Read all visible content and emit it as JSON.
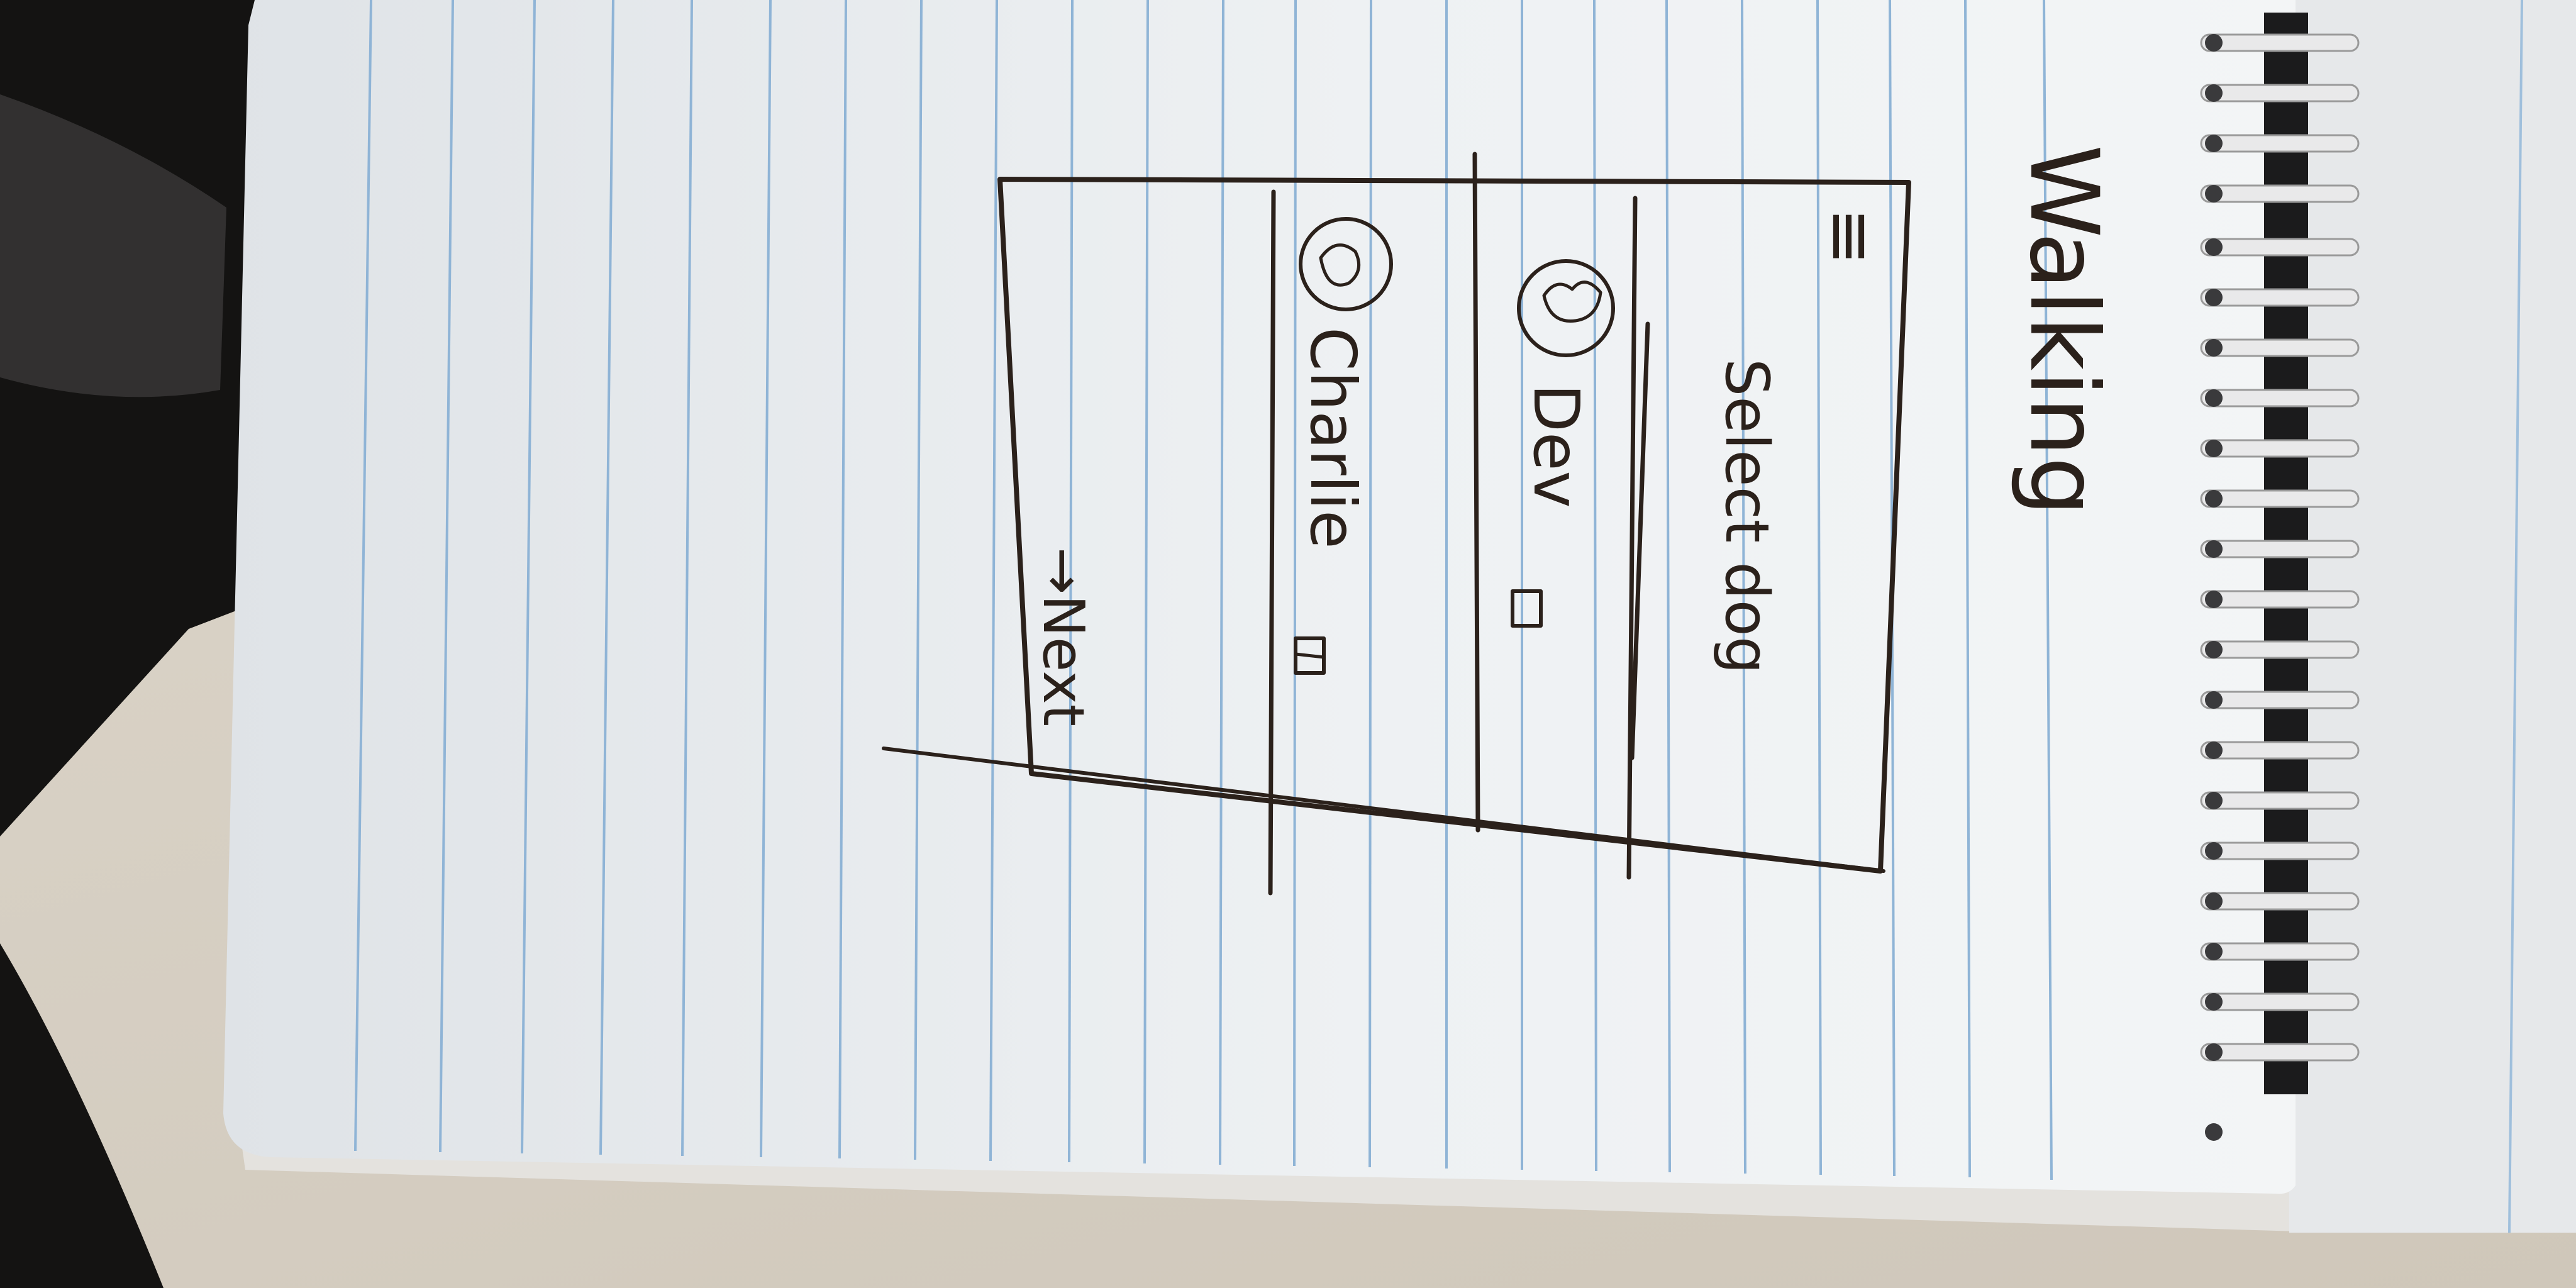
{
  "notebook": {
    "heading": "Walking"
  },
  "sketch": {
    "menu_icon_glyph": "≡",
    "screen_title": "Select dog",
    "dogs": [
      {
        "name": "Dev",
        "checked": false
      },
      {
        "name": "Charlie",
        "checked": true
      }
    ],
    "next_label": "→Next"
  },
  "colors": {
    "ink": "#2b211b",
    "paper": "#eef1f3",
    "rule_line": "#8fb4d6",
    "background": "#141312",
    "spiral": "#e9e9ea"
  }
}
